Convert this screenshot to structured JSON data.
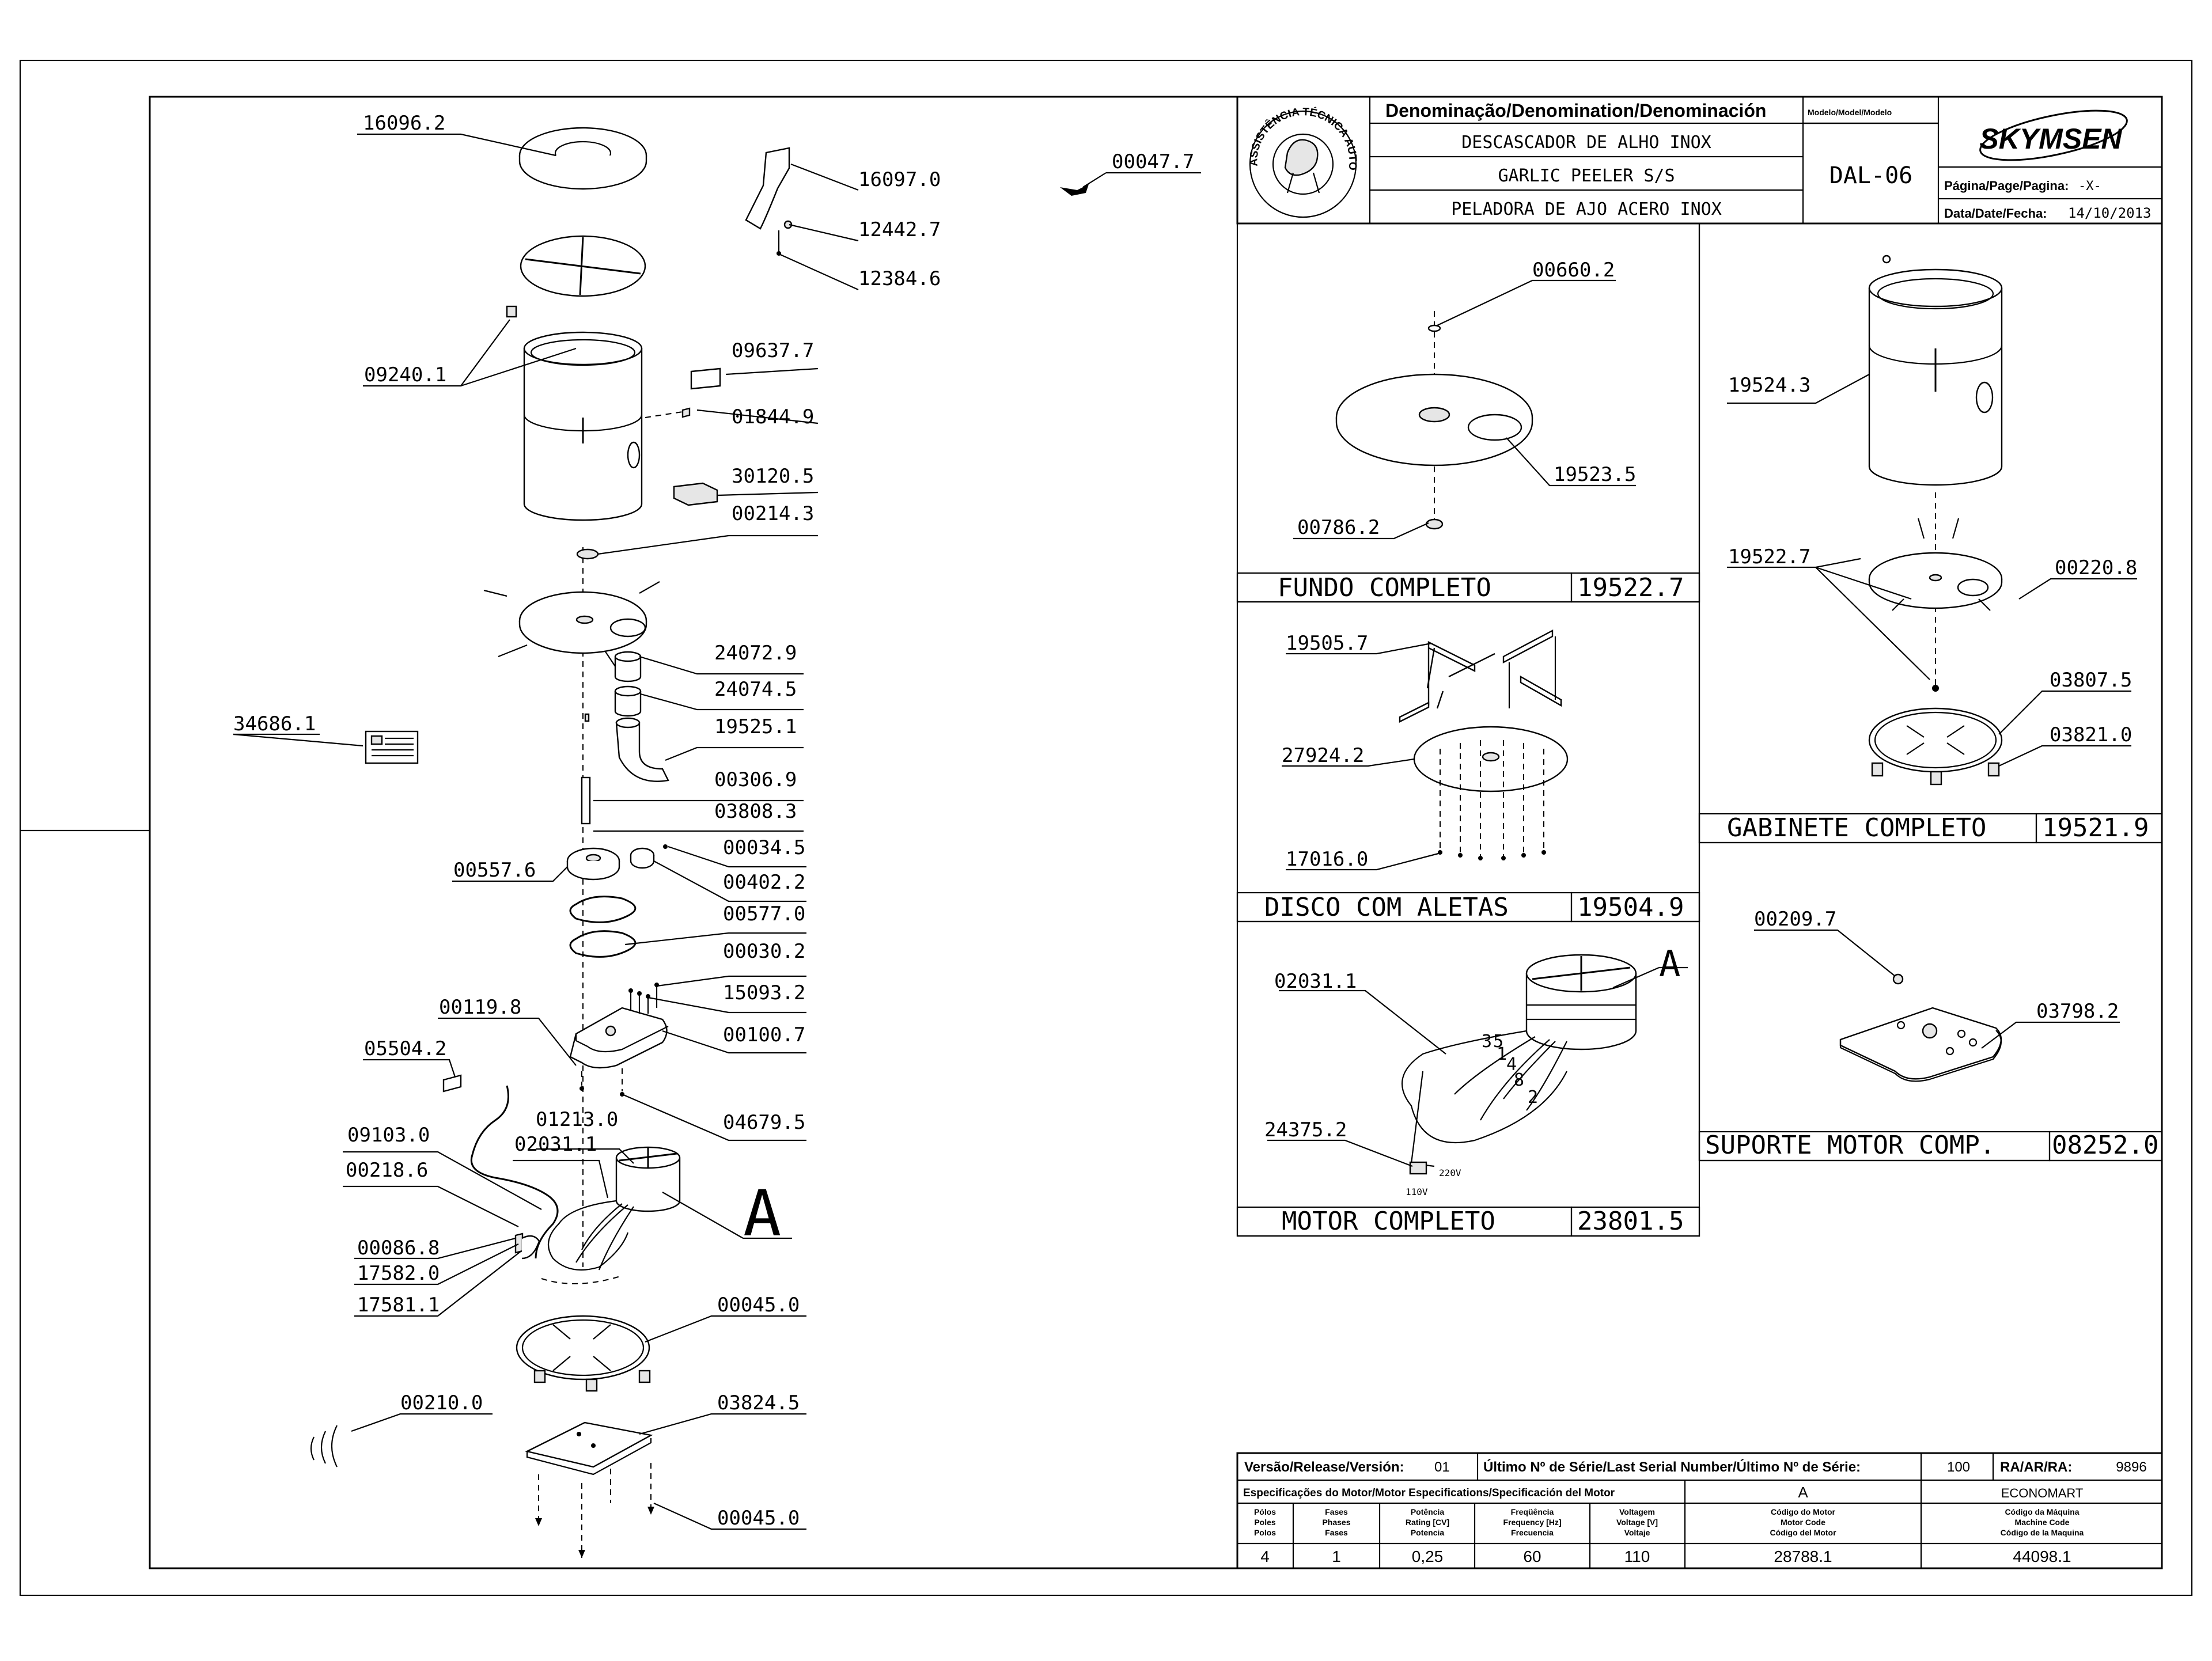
{
  "title_block": {
    "denomination_header": "Denominação/Denomination/Denominación",
    "model_header": "Modelo/Model/Modelo",
    "names": [
      "DESCASCADOR DE ALHO INOX",
      "GARLIC PEELER S/S",
      "PELADORA DE AJO ACERO INOX"
    ],
    "model": "DAL-06",
    "brand": "SKYMSEN",
    "page_label": "Página/Page/Pagina:",
    "page_value": "-X-",
    "date_label": "Data/Date/Fecha:",
    "date_value": "14/10/2013",
    "seal_text": "ASSISTÊNCIA TÉCNICA AUTORIZADA"
  },
  "main_parts": [
    "16096.2",
    "16097.0",
    "00047.7",
    "12442.7",
    "12384.6",
    "09240.1",
    "09637.7",
    "01844.9",
    "30120.5",
    "00214.3",
    "24072.9",
    "24074.5",
    "34686.1",
    "19525.1",
    "00306.9",
    "03808.3",
    "00034.5",
    "00557.6",
    "00402.2",
    "00577.0",
    "00030.2",
    "15093.2",
    "00119.8",
    "00100.7",
    "05504.2",
    "04679.5",
    "01213.0",
    "09103.0",
    "02031.1",
    "00218.6",
    "00086.8",
    "17582.0",
    "17581.1",
    "00045.0",
    "00210.0",
    "03824.5",
    "00045.0"
  ],
  "main_detail_letter": "A",
  "sections": {
    "fundo": {
      "title": "FUNDO COMPLETO",
      "code": "19522.7",
      "parts": [
        "00660.2",
        "19523.5",
        "00786.2"
      ]
    },
    "disco": {
      "title": "DISCO COM ALETAS",
      "code": "19504.9",
      "parts": [
        "19505.7",
        "27924.2",
        "17016.0"
      ]
    },
    "motor": {
      "title": "MOTOR COMPLETO",
      "code": "23801.5",
      "parts": [
        "02031.1",
        "24375.2"
      ],
      "detail_letter": "A",
      "wire_numbers": [
        "3",
        "5",
        "1",
        "4",
        "8",
        "2"
      ],
      "voltages": [
        "220V",
        "110V"
      ]
    },
    "gabinete": {
      "title": "GABINETE COMPLETO",
      "code": "19521.9",
      "parts": [
        "19524.3",
        "19522.7",
        "00220.8",
        "03807.5",
        "03821.0"
      ]
    },
    "suporte": {
      "title": "SUPORTE MOTOR COMP.",
      "code": "08252.0",
      "parts": [
        "00209.7",
        "03798.2"
      ]
    }
  },
  "spec_table": {
    "version_label": "Versão/Release/Versión:",
    "version_value": "01",
    "serial_label": "Último Nº de Série/Last Serial Number/Último Nº de Série:",
    "serial_value": "100",
    "ra_label": "RA/AR/RA:",
    "ra_value": "9896",
    "motor_spec_label": "Especificações do Motor/Motor Especifications/Specificación del Motor",
    "motor_spec_value": "A",
    "company": "ECONOMART",
    "headers": [
      [
        "Pólos",
        "Poles",
        "Polos"
      ],
      [
        "Fases",
        "Phases",
        "Fases"
      ],
      [
        "Potência",
        "Rating [CV]",
        "Potencia"
      ],
      [
        "Freqüência",
        "Frequency [Hz]",
        "Frecuencia"
      ],
      [
        "Voltagem",
        "Voltage [V]",
        "Voltaje"
      ],
      [
        "Código do Motor",
        "Motor Code",
        "Código del Motor"
      ],
      [
        "Código da Máquina",
        "Machine Code",
        "Código de la Maquina"
      ]
    ],
    "values": [
      "4",
      "1",
      "0,25",
      "60",
      "110",
      "28788.1",
      "44098.1"
    ]
  }
}
